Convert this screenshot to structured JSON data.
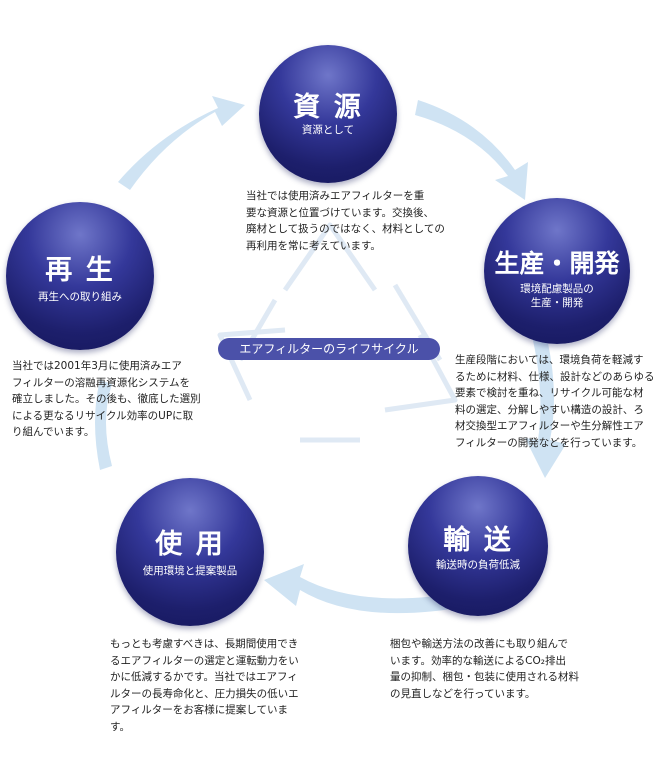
{
  "center_label": "エアフィルターのライフサイクル",
  "nodes": {
    "shigen": {
      "title": "資 源",
      "subtitle": "資源として"
    },
    "seisan": {
      "title": "生産・開発",
      "subtitle": "環境配慮製品の\n生産・開発"
    },
    "yuso": {
      "title": "輸 送",
      "subtitle": "輸送時の負荷低減"
    },
    "shiyo": {
      "title": "使 用",
      "subtitle": "使用環境と提案製品"
    },
    "saisei": {
      "title": "再 生",
      "subtitle": "再生への取り組み"
    }
  },
  "descriptions": {
    "shigen": "当社では使用済みエアフィルターを重\n要な資源と位置づけています。交換後、\n廃材として扱うのではなく、材料としての\n再利用を常に考えています。",
    "seisan": "生産段階においては、環境負荷を軽減す\nるために材料、仕様、設計などのあらゆる\n要素で検討を重ね、リサイクル可能な材\n料の選定、分解しやすい構造の設計、ろ\n材交換型エアフィルターや生分解性エア\nフィルターの開発などを行っています。",
    "yuso": "梱包や輸送方法の改善にも取り組んで\nいます。効率的な輸送によるCO₂排出\n量の抑制、梱包・包装に使用される材料\nの見直しなどを行っています。",
    "shiyo": "もっとも考慮すべきは、長期間使用でき\nるエアフィルターの選定と運転動力をい\nかに低減するかです。当社ではエアフィ\nルターの長寿命化と、圧力損失の低いエ\nアフィルターをお客様に提案しています。",
    "saisei": "当社では2001年3月に使用済みエア\nフィルターの溶融再資源化システムを\n確立しました。その後も、徹底した選別\nによる更なるリサイクル効率のUPに取\nり組んでいます。"
  },
  "colors": {
    "node_dark": "#1d1f6c",
    "node_mid": "#34389a",
    "node_light": "#6f76c9",
    "arrow": "#cfe3f3",
    "recycle_outline": "#dfe9f4",
    "label_bg": "#4b51a9"
  }
}
